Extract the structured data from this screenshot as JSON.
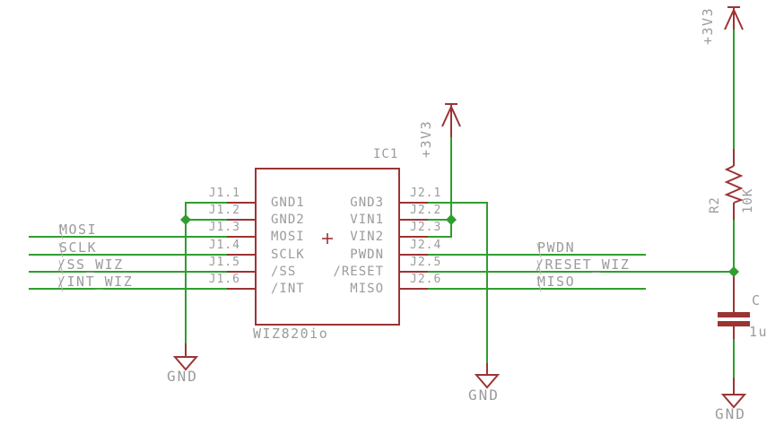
{
  "diagram": {
    "type": "circuit-schematic",
    "ic": {
      "designator": "IC1",
      "value": "WIZ820io",
      "left_pins": [
        {
          "number": "J1.1",
          "name": "GND1"
        },
        {
          "number": "J1.2",
          "name": "GND2"
        },
        {
          "number": "J1.3",
          "name": "MOSI"
        },
        {
          "number": "J1.4",
          "name": "SCLK"
        },
        {
          "number": "J1.5",
          "name": "/SS"
        },
        {
          "number": "J1.6",
          "name": "/INT"
        }
      ],
      "right_pins": [
        {
          "number": "J2.1",
          "name": "GND3"
        },
        {
          "number": "J2.2",
          "name": "VIN1"
        },
        {
          "number": "J2.3",
          "name": "VIN2"
        },
        {
          "number": "J2.4",
          "name": "PWDN"
        },
        {
          "number": "J2.5",
          "name": "/RESET"
        },
        {
          "number": "J2.6",
          "name": "MISO"
        }
      ]
    },
    "net_labels": {
      "left": [
        "MOSI",
        "SCLK",
        "/SS_WIZ",
        "/INT_WIZ"
      ],
      "right": [
        "PWDN",
        "/RESET_WIZ",
        "MISO"
      ]
    },
    "power": {
      "supply_label": "+3V3",
      "ground_label": "GND"
    },
    "resistor": {
      "designator": "R2",
      "value": "10K"
    },
    "capacitor": {
      "designator": "C",
      "value": "1u"
    },
    "colors": {
      "wire_green": "#2f9e2f",
      "symbol_red": "#9c3434",
      "text_gray": "#9b9b9b"
    }
  }
}
